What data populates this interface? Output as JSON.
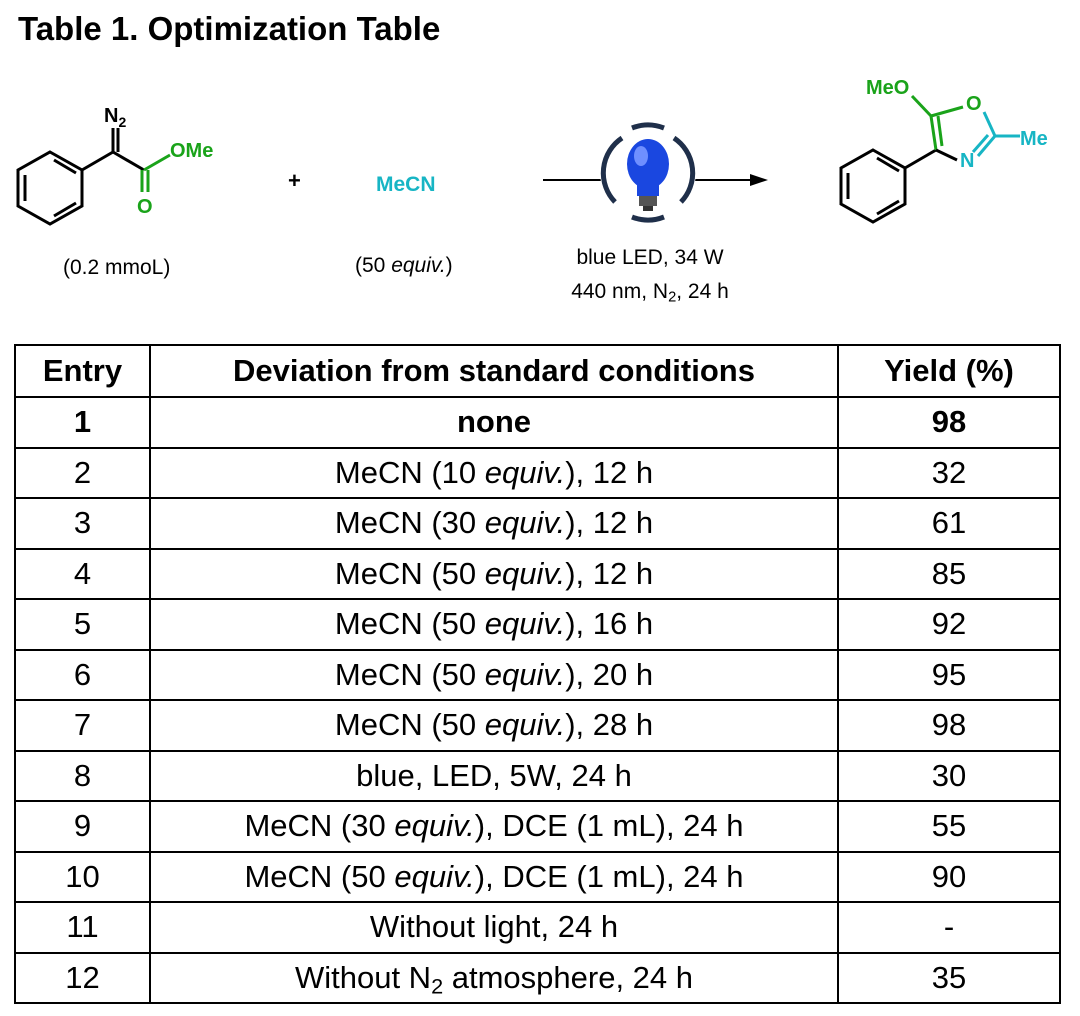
{
  "title": "Table 1. Optimization Table",
  "scheme": {
    "reactant_labels": {
      "n2": "N",
      "n2_sub": "2",
      "ome": "OMe",
      "o": "O"
    },
    "plus": "+",
    "reagent": "MeCN",
    "reactant_amount": "(0.2 mmoL)",
    "reagent_amount_pre": "(50 ",
    "reagent_amount_em": "equiv.",
    "reagent_amount_post": ")",
    "conditions_line1": "blue LED, 34 W",
    "conditions_line2_pre": "440 nm, N",
    "conditions_line2_sub": "2",
    "conditions_line2_post": ", 24 h",
    "product_labels": {
      "meo": "MeO",
      "o": "O",
      "n": "N",
      "me": "Me"
    },
    "colors": {
      "green": "#1aa31a",
      "cyan": "#17b5c4",
      "blue": "#1a47e0"
    }
  },
  "table": {
    "headers": [
      "Entry",
      "Deviation from standard conditions",
      "Yield (%)"
    ],
    "rows": [
      {
        "entry": "1",
        "pre": "none",
        "em": "",
        "post": "",
        "sub": "",
        "tail": "",
        "yield": "98",
        "bold": true
      },
      {
        "entry": "2",
        "pre": "MeCN (10 ",
        "em": "equiv.",
        "post": "), 12 h",
        "sub": "",
        "tail": "",
        "yield": "32"
      },
      {
        "entry": "3",
        "pre": "MeCN (30 ",
        "em": "equiv.",
        "post": "), 12 h",
        "sub": "",
        "tail": "",
        "yield": "61"
      },
      {
        "entry": "4",
        "pre": "MeCN (50 ",
        "em": "equiv.",
        "post": "), 12 h",
        "sub": "",
        "tail": "",
        "yield": "85"
      },
      {
        "entry": "5",
        "pre": "MeCN (50 ",
        "em": "equiv.",
        "post": "), 16 h",
        "sub": "",
        "tail": "",
        "yield": "92"
      },
      {
        "entry": "6",
        "pre": "MeCN (50 ",
        "em": "equiv.",
        "post": "), 20 h",
        "sub": "",
        "tail": "",
        "yield": "95"
      },
      {
        "entry": "7",
        "pre": "MeCN (50 ",
        "em": "equiv.",
        "post": "), 28 h",
        "sub": "",
        "tail": "",
        "yield": "98"
      },
      {
        "entry": "8",
        "pre": "blue, LED, 5W, 24 h",
        "em": "",
        "post": "",
        "sub": "",
        "tail": "",
        "yield": "30"
      },
      {
        "entry": "9",
        "pre": "MeCN (30 ",
        "em": "equiv.",
        "post": "), DCE (1 mL), 24 h",
        "sub": "",
        "tail": "",
        "yield": "55"
      },
      {
        "entry": "10",
        "pre": "MeCN (50 ",
        "em": "equiv.",
        "post": "), DCE (1 mL), 24 h",
        "sub": "",
        "tail": "",
        "yield": "90"
      },
      {
        "entry": "11",
        "pre": "Without light, 24 h",
        "em": "",
        "post": "",
        "sub": "",
        "tail": "",
        "yield": "-"
      },
      {
        "entry": "12",
        "pre": "Without N",
        "em": "",
        "post": "",
        "sub": "2",
        "tail": " atmosphere, 24 h",
        "yield": "35"
      }
    ]
  }
}
